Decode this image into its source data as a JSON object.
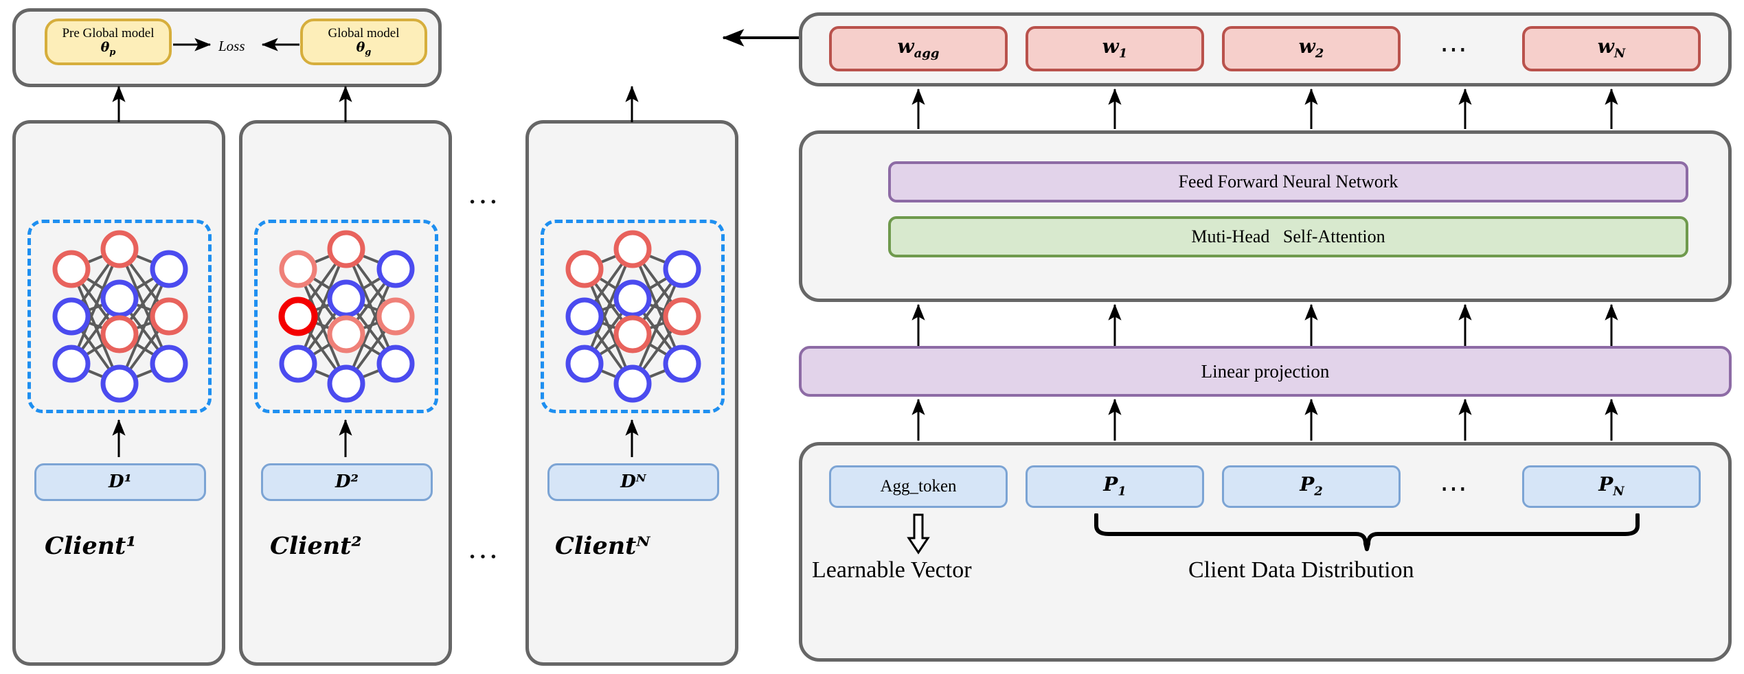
{
  "left_panel": {
    "name": "client-side-federated-training",
    "top_box": {
      "pre_global_model": {
        "line1": "Pre Global model",
        "line2": "θp"
      },
      "loss_label": "Loss",
      "global_model": {
        "line1": "Global model",
        "line2": "θg"
      }
    },
    "clients": [
      {
        "data_label": "D¹",
        "client_label": "Client¹"
      },
      {
        "data_label": "D²",
        "client_label": "Client²"
      },
      {
        "data_label": "Dᴺ",
        "client_label": "Clientᴺ"
      }
    ],
    "ellipsis": "…",
    "network": {
      "input_layer_colors": [
        "#e8625c",
        "#4b4bef",
        "#4b4bef"
      ],
      "hidden_layer_colors": [
        "#e8625c",
        "#4b4bef",
        "#e8625c",
        "#4b4bef"
      ],
      "output_layer_colors": [
        "#4b4bef",
        "#e8625c",
        "#4b4bef"
      ],
      "highlight_color": "#f40000",
      "edge_color": "#5b5b5b"
    }
  },
  "right_panel": {
    "name": "transformer-aggregation-module",
    "weights_row": {
      "items": [
        "wagg",
        "w1",
        "w2",
        "wN"
      ],
      "ellipsis": "⋯"
    },
    "encoder_block": {
      "feed_forward": "Feed Forward Neural Network",
      "self_attention": "Muti-Head   Self-Attention"
    },
    "linear_projection": "Linear projection",
    "tokens_row": {
      "agg_token": "Agg_token",
      "items": [
        "P1",
        "P2",
        "PN"
      ],
      "ellipsis": "⋯"
    },
    "captions": {
      "learnable_vector": "Learnable Vector",
      "client_data_distribution": "Client Data Distribution"
    }
  },
  "colors": {
    "panel_bg": "#f4f4f4",
    "panel_border": "#666666",
    "yellow_fill": "#fdeeb9",
    "yellow_border": "#d6ae3c",
    "red_fill": "#f6cfcb",
    "red_border": "#b9524c",
    "blue_fill": "#d6e5f7",
    "blue_border": "#7ca4d4",
    "purple_fill": "#e2d3ea",
    "purple_border": "#8d6ba5",
    "green_fill": "#d8e9ce",
    "green_border": "#6f9a4d",
    "dashed_blue": "#1e8ff0",
    "arrow": "#000000"
  }
}
